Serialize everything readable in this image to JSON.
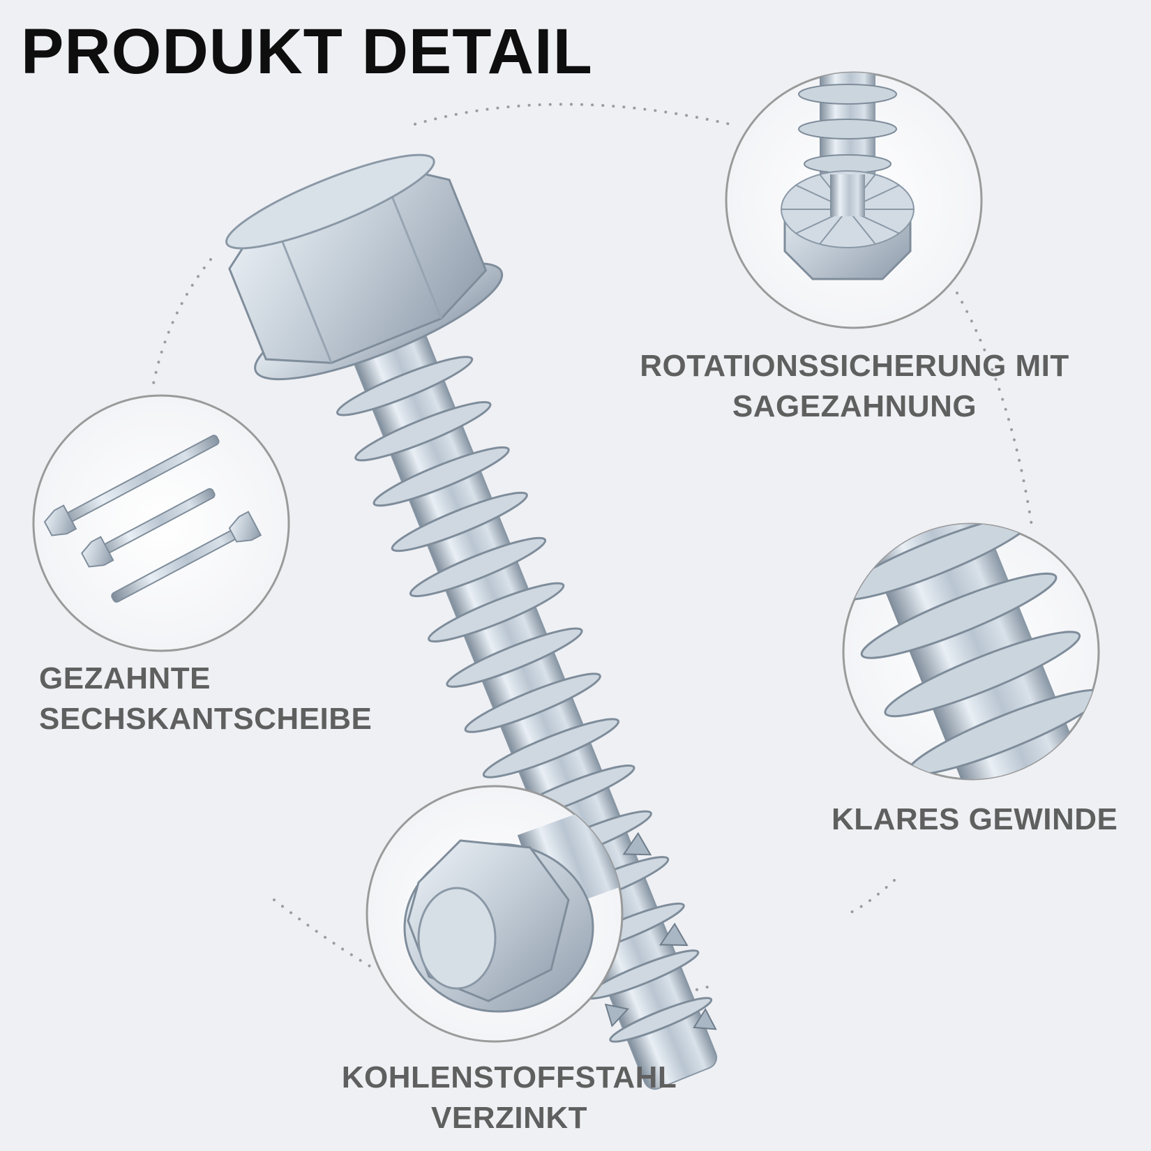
{
  "page": {
    "title": "PRODUKT DETAIL"
  },
  "features": [
    {
      "id": "rotation",
      "lines": [
        "ROTATIONSSICHERUNG MIT",
        "SAGEZAHNUNG"
      ]
    },
    {
      "id": "washer",
      "lines": [
        "GEZAHNTE",
        "SECHSKANTSCHEIBE"
      ]
    },
    {
      "id": "thread",
      "lines": [
        "KLARES GEWINDE"
      ]
    },
    {
      "id": "material",
      "lines": [
        "KOHLENSTOFFSTAHL",
        "VERZINKT"
      ]
    }
  ],
  "colors": {
    "background": "#eff0f4",
    "title": "#0e0e0e",
    "label": "#5f5f5f",
    "circle_border": "#9a9a9a",
    "dots": "#9c9c9c",
    "zinc_light": "#e4ebf2",
    "zinc_mid": "#b7c3cf",
    "zinc_dark": "#7f8d9b"
  }
}
